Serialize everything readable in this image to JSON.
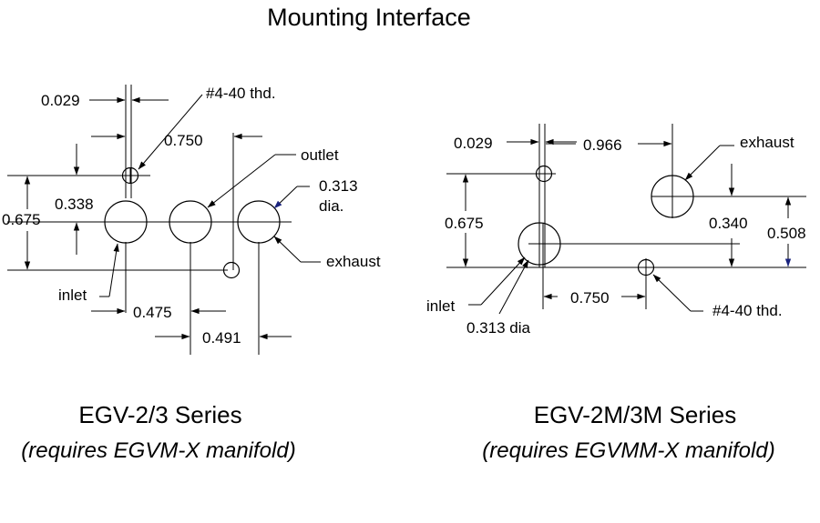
{
  "title": "Mounting Interface",
  "left": {
    "series_name": "EGV-2/3 Series",
    "requirement": "(requires EGVM-X manifold)",
    "dims": {
      "edge_offset": "0.029",
      "thread": "#4-40 thd.",
      "spacing_750": "0.750",
      "outlet": "outlet",
      "port_dia": "0.313",
      "dia_suffix": "dia.",
      "height_338": "0.338",
      "height_675": "0.675",
      "exhaust": "exhaust",
      "inlet": "inlet",
      "spacing_475": "0.475",
      "spacing_491": "0.491"
    }
  },
  "right": {
    "series_name": "EGV-2M/3M Series",
    "requirement": "(requires EGVMM-X manifold)",
    "dims": {
      "edge_offset": "0.029",
      "spacing_966": "0.966",
      "exhaust": "exhaust",
      "height_675": "0.675",
      "height_340": "0.340",
      "height_508": "0.508",
      "inlet": "inlet",
      "port_dia": "0.313 dia",
      "spacing_750": "0.750",
      "thread": "#4-40 thd."
    }
  },
  "colors": {
    "line": "#000000",
    "accent_arrow": "#1a237e"
  }
}
